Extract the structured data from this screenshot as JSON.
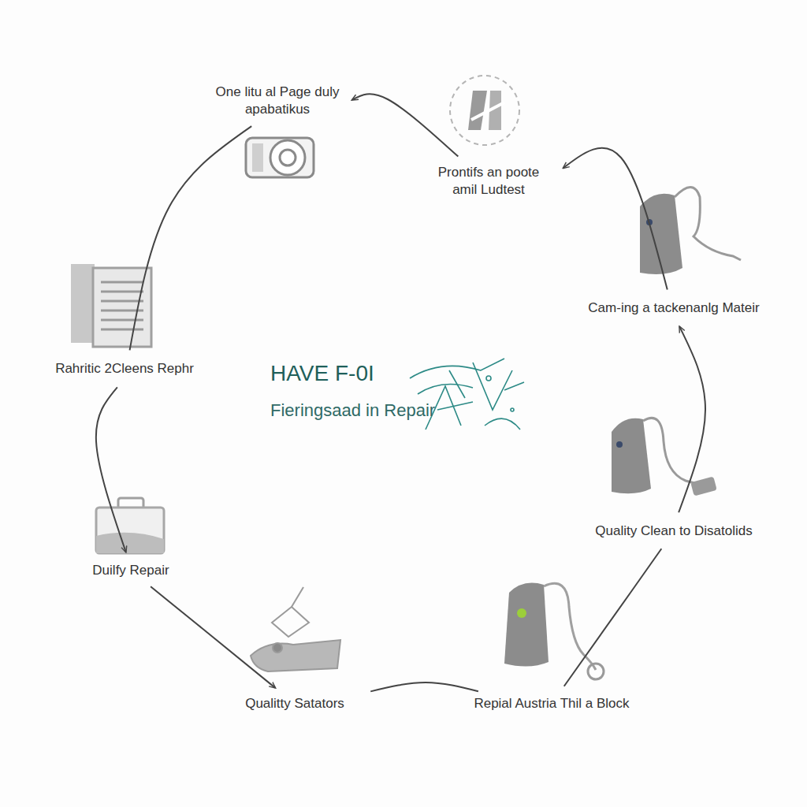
{
  "diagram": {
    "title": "HAVE F-0I",
    "nodes": [
      {
        "text": [
          "One litu al Page duly apabatikus"
        ]
      },
      {
        "text": [
          "Prontifs an poote amil Ludtest"
        ]
      },
      {
        "text": [
          "Cam-ing a tackenanlg Mateir"
        ]
      },
      {
        "text": [
          "Rahritic 2Cleens Rephr"
        ]
      },
      {
        "text": [
          "Quality Clean to Disatolids"
        ]
      },
      {
        "text": [
          "Duilfy Repair"
        ]
      },
      {
        "text": [
          "Qualitty Satators"
        ]
      },
      {
        "text": [
          "Repial Austria Thil a Block"
        ]
      }
    ],
    "edges": [
      {
        "from": 1,
        "to": 0,
        "arrow": "to"
      },
      {
        "from": 0,
        "to": 3,
        "arrow": "none"
      },
      {
        "from": 3,
        "to": 5,
        "arrow": "to"
      },
      {
        "from": 5,
        "to": 6,
        "arrow": "to"
      },
      {
        "from": 6,
        "to": 7,
        "arrow": "none"
      },
      {
        "from": 7,
        "to": 4,
        "arrow": "none"
      },
      {
        "from": 4,
        "to": 2,
        "arrow": "to"
      },
      {
        "from": 2,
        "to": 1,
        "arrow": "to"
      }
    ],
    "labels": [
      "Fieringsaad in Repair"
    ]
  }
}
